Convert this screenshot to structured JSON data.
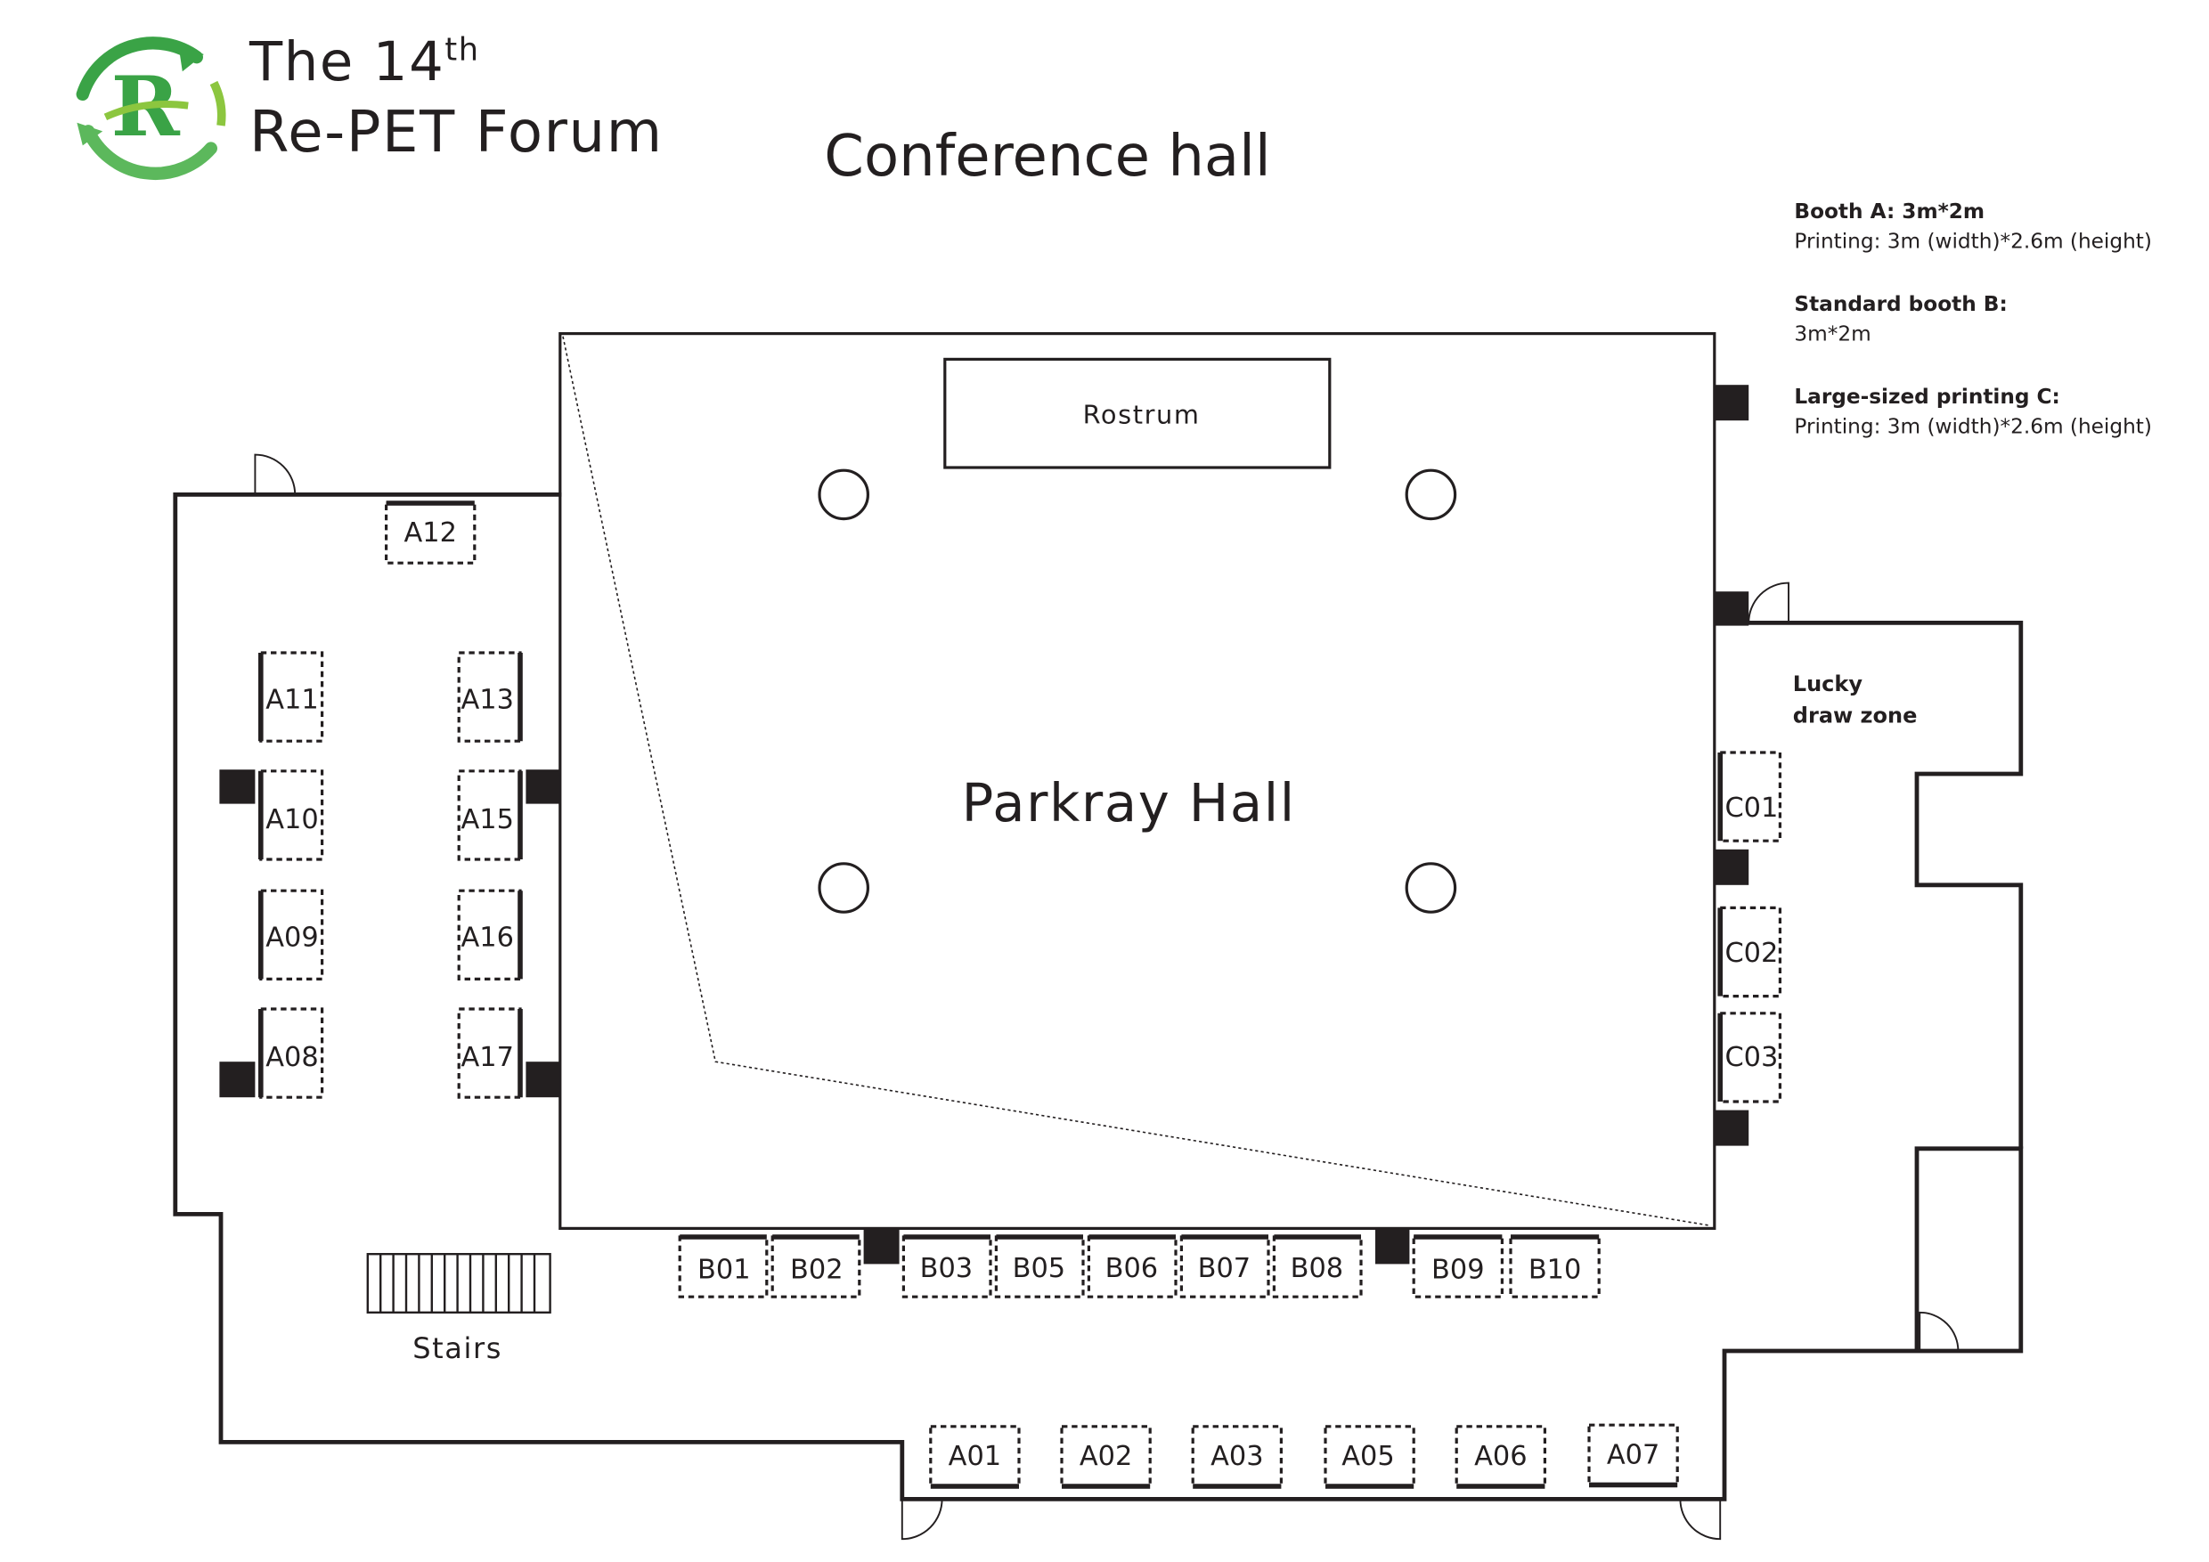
{
  "event": {
    "title_prefix": "The 14",
    "title_suffix": "th",
    "title_line2": "Re-PET Forum",
    "logo_letter": "R",
    "brand_green": "#3aa346"
  },
  "map_title": "Conference hall",
  "legend": {
    "booth_a_title": "Booth A: 3m*2m",
    "booth_a_desc": "Printing: 3m (width)*2.6m (height)",
    "booth_b_title": "Standard booth B:",
    "booth_b_desc": "3m*2m",
    "booth_c_title": "Large-sized printing C:",
    "booth_c_desc": "Printing: 3m (width)*2.6m (height)"
  },
  "labels": {
    "hall": "Parkray Hall",
    "rostrum": "Rostrum",
    "stairs": "Stairs",
    "lucky_line1": "Lucky",
    "lucky_line2": "draw zone"
  },
  "booths": {
    "a01": "A01",
    "a02": "A02",
    "a03": "A03",
    "a05": "A05",
    "a06": "A06",
    "a07": "A07",
    "a08": "A08",
    "a09": "A09",
    "a10": "A10",
    "a11": "A11",
    "a12": "A12",
    "a13": "A13",
    "a15": "A15",
    "a16": "A16",
    "a17": "A17",
    "b01": "B01",
    "b02": "B02",
    "b03": "B03",
    "b05": "B05",
    "b06": "B06",
    "b07": "B07",
    "b08": "B08",
    "b09": "B09",
    "b10": "B10",
    "c01": "C01",
    "c02": "C02",
    "c03": "C03"
  },
  "colors": {
    "ink": "#231f20",
    "paper": "#ffffff"
  }
}
